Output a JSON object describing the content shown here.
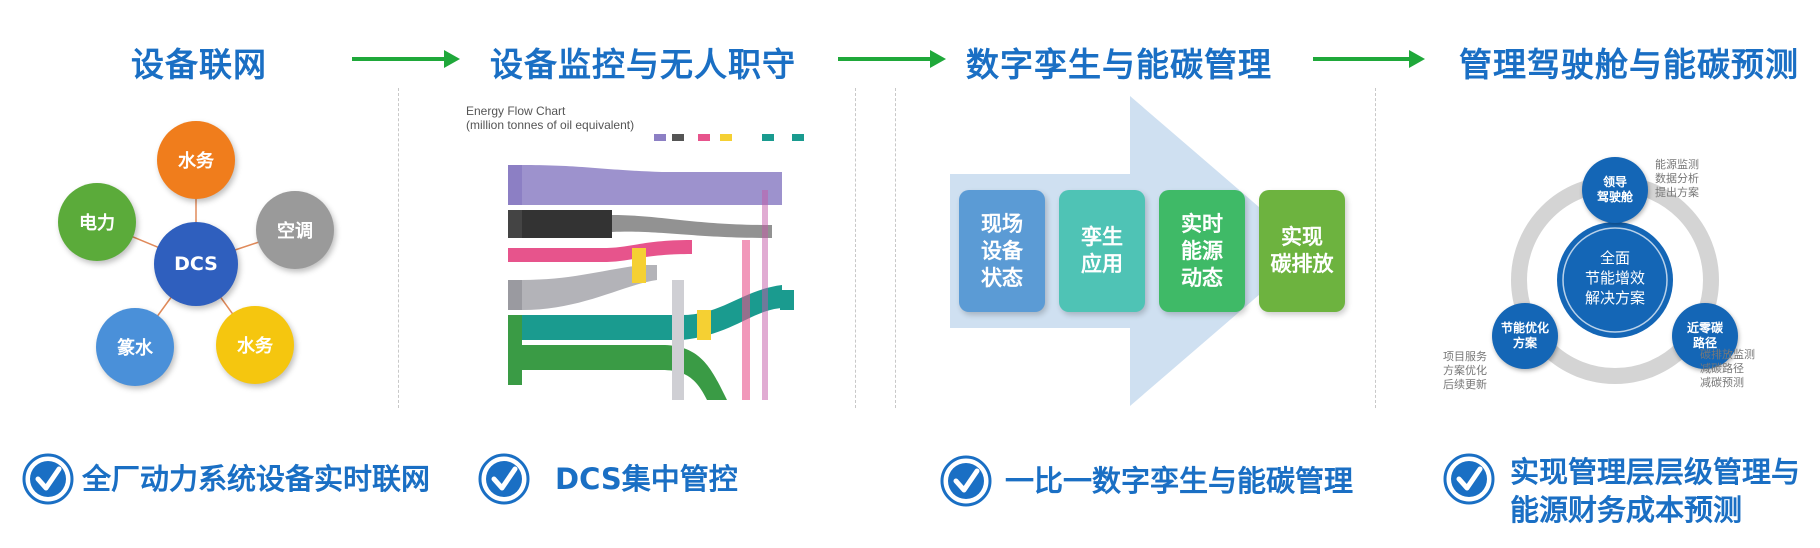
{
  "stages": [
    {
      "title": "设备联网"
    },
    {
      "title": "设备监控与无人职守"
    },
    {
      "title": "数字孪生与能碳管理"
    },
    {
      "title": "管理驾驶舱与能碳预测"
    }
  ],
  "network": {
    "center": "DCS",
    "nodes": [
      "水务",
      "空调",
      "水务",
      "篆水",
      "电力"
    ],
    "colors": {
      "center": "#2f5fbe",
      "orange": "#f07d1c",
      "gray": "#9a9a9a",
      "yellow": "#f5c60f",
      "blue": "#4a90d9",
      "green": "#5bab3a"
    }
  },
  "sankey": {
    "title_line1": "Energy Flow Chart",
    "title_line2": "(million tonnes of oil equivalent)"
  },
  "twin": {
    "steps": [
      "现场设备状态",
      "孪生应用",
      "实时能源动态",
      "实现碳排放"
    ],
    "step_lines": [
      [
        "现场",
        "设备",
        "状态"
      ],
      [
        "孪生",
        "应用"
      ],
      [
        "实时",
        "能源",
        "动态"
      ],
      [
        "实现",
        "碳排放"
      ]
    ],
    "colors": [
      "#5b9bd5",
      "#4fc3b5",
      "#3fba67",
      "#6db33f"
    ],
    "arrow_color": "#cfe0f1"
  },
  "cockpit": {
    "center_lines": [
      "全面",
      "节能增效",
      "解决方案"
    ],
    "node_top": [
      "领导",
      "驾驶舱"
    ],
    "node_left": [
      "节能优化",
      "方案"
    ],
    "node_right": [
      "近零碳",
      "路径"
    ],
    "note_top": "能源监测\n数据分析\n提出方案",
    "note_left": "项目服务\n方案优化\n后续更新",
    "note_right": "碳排放监测\n减碳路径\n减碳预测"
  },
  "features": [
    {
      "label": "全厂动力系统设备实时联网"
    },
    {
      "label": "DCS集中管控"
    },
    {
      "label": "一比一数字孪生与能碳管理"
    },
    {
      "label_line1": "实现管理层层级管理与",
      "label_line2": "能源财务成本预测"
    }
  ]
}
